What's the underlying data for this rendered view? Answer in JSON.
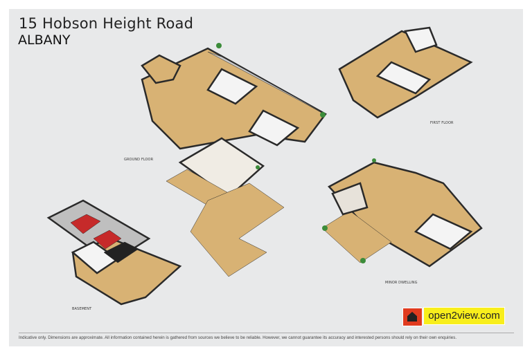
{
  "header": {
    "address": "15 Hobson Height Road",
    "suburb": "ALBANY"
  },
  "floors": {
    "ground": "GROUND FLOOR",
    "first": "FIRST FLOOR",
    "basement": "BASEMENT",
    "minor": "MINOR DWELLING"
  },
  "logo": {
    "text": "open2view.com",
    "brand_color": "#f8ee1c",
    "icon_color": "#e03b1f"
  },
  "footer": {
    "disclaimer": "Indicative only. Dimensions are approximate. All information contained herein is gathered from sources we believe to be reliable. However, we cannot guarantee its accuracy and interested persons should rely on their own enquiries."
  },
  "colors": {
    "floor": "#d8b274",
    "wall": "#2a2a2a",
    "tile": "#f2f2f2"
  }
}
